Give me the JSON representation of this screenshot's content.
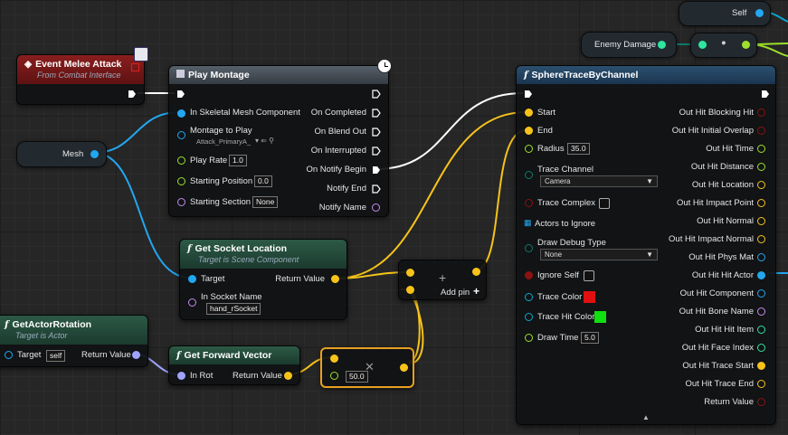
{
  "colors": {
    "exec": "#ffffff",
    "object": "#22a7f0",
    "vector": "#f7c31a",
    "float": "#9ee02b",
    "rotator": "#9ea4ff",
    "name": "#c58bf0",
    "enum": "#0c7a6a",
    "bool": "#8b1212",
    "struct": "#0aa7d0",
    "int": "#2ee6a0",
    "red": "#e01010",
    "green": "#10e010"
  },
  "self_node": {
    "label": "Self"
  },
  "enemy_damage": {
    "label": "Enemy Damage"
  },
  "event_node": {
    "title": "Event Melee Attack",
    "subtitle": "From Combat Interface"
  },
  "mesh_node": {
    "label": "Mesh"
  },
  "play_montage": {
    "title": "Play Montage",
    "inputs": {
      "skeletal": "In Skeletal Mesh Component",
      "montage": "Montage to Play",
      "montage_value": "Attack_PrimaryA_",
      "play_rate": "Play Rate",
      "play_rate_value": "1.0",
      "start_pos": "Starting Position",
      "start_pos_value": "0.0",
      "start_section": "Starting Section",
      "start_section_value": "None"
    },
    "outputs": {
      "completed": "On Completed",
      "blend_out": "On Blend Out",
      "interrupted": "On Interrupted",
      "notify_begin": "On Notify Begin",
      "notify_end": "Notify End",
      "notify_name": "Notify Name"
    }
  },
  "socket_node": {
    "title": "Get Socket Location",
    "subtitle": "Target is Scene Component",
    "target": "Target",
    "return": "Return Value",
    "socket_label": "In Socket Name",
    "socket_value": "hand_rSocket"
  },
  "add_node": {
    "add_pin": "Add pin"
  },
  "rotation_node": {
    "title": "GetActorRotation",
    "subtitle": "Target is Actor",
    "target": "Target",
    "target_value": "self",
    "return": "Return Value"
  },
  "forward_node": {
    "title": "Get Forward Vector",
    "in_rot": "In Rot",
    "return": "Return Value"
  },
  "mult_node": {
    "value": "50.0"
  },
  "trace_node": {
    "title": "SphereTraceByChannel",
    "inputs": {
      "start": "Start",
      "end": "End",
      "radius": "Radius",
      "radius_value": "35.0",
      "channel": "Trace Channel",
      "channel_value": "Camera",
      "complex": "Trace Complex",
      "ignore": "Actors to Ignore",
      "debug": "Draw Debug Type",
      "debug_value": "None",
      "ignore_self": "Ignore Self",
      "color": "Trace Color",
      "hit_color": "Trace Hit Color",
      "draw_time": "Draw Time",
      "draw_time_value": "5.0"
    },
    "outputs": [
      "Out Hit Blocking Hit",
      "Out Hit Initial Overlap",
      "Out Hit Time",
      "Out Hit Distance",
      "Out Hit Location",
      "Out Hit Impact Point",
      "Out Hit Normal",
      "Out Hit Impact Normal",
      "Out Hit Phys Mat",
      "Out Hit Hit Actor",
      "Out Hit Component",
      "Out Hit Bone Name",
      "Out Hit Hit Item",
      "Out Hit Face Index",
      "Out Hit Trace Start",
      "Out Hit Trace End",
      "Return Value"
    ]
  }
}
